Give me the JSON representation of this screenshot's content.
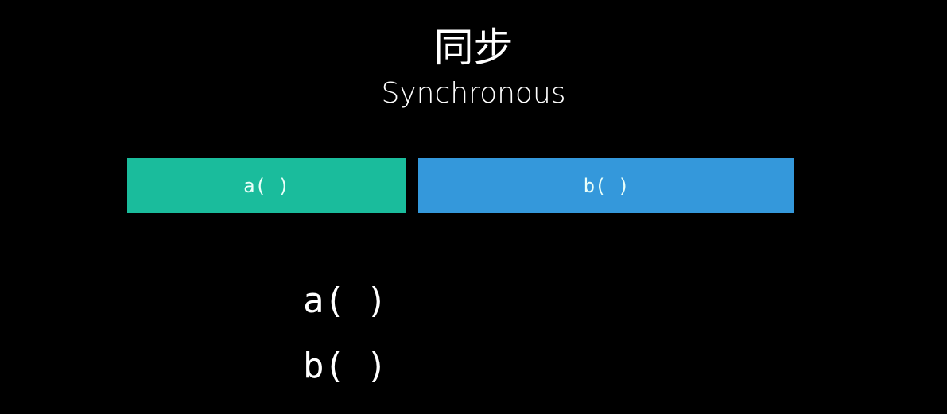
{
  "title": "同步",
  "subtitle": "Synchronous",
  "timeline": [
    {
      "label": "a( )",
      "color": "#1abc9c"
    },
    {
      "label": "b( )",
      "color": "#3498db"
    }
  ],
  "code_lines": [
    "a( )",
    "b( )"
  ]
}
